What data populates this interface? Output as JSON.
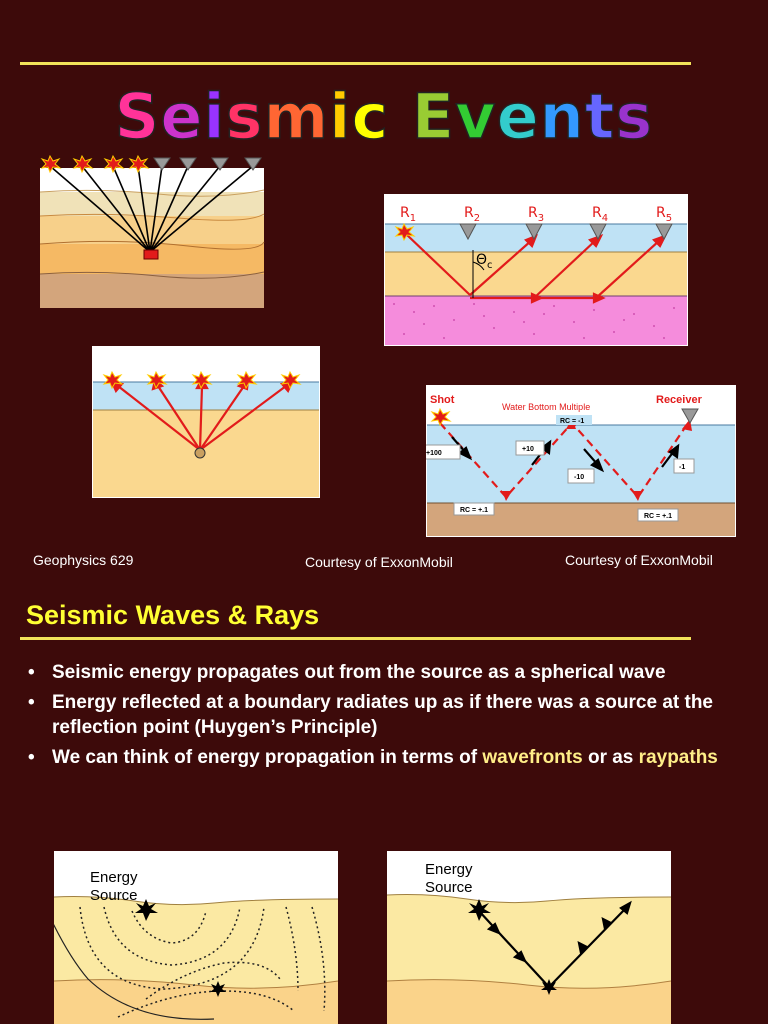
{
  "title": {
    "words": [
      {
        "text": "Seismic",
        "colors": [
          "#ff3399",
          "#cc33cc",
          "#9933ff",
          "#ff3366",
          "#ff6633",
          "#ffcc00",
          "#ffff00"
        ]
      },
      {
        "text": "Events",
        "colors": [
          "#99cc33",
          "#33cc33",
          "#33cccc",
          "#3399ff",
          "#6666ff",
          "#9933cc"
        ]
      }
    ]
  },
  "figures": {
    "refraction": {
      "receivers": [
        "R",
        "R",
        "R",
        "R",
        "R"
      ],
      "receiver_subs": [
        "1",
        "2",
        "3",
        "4",
        "5"
      ],
      "theta": "Θ",
      "theta_sub": "c"
    },
    "multiple": {
      "shot": "Shot",
      "receiver": "Receiver",
      "caption": "Water Bottom Multiple",
      "rc_top": "RC = -1",
      "rc_bot1": "RC = +.1",
      "rc_bot2": "RC = +.1",
      "amp1": "+100",
      "amp2": "+10",
      "amp3": "-10",
      "amp4": "-1"
    }
  },
  "credits": {
    "left": "Geophysics 629",
    "middle": "Courtesy of ExxonMobil",
    "right": "Courtesy of ExxonMobil"
  },
  "heading": "Seismic Waves & Rays",
  "bullets": [
    {
      "parts": [
        "Seismic energy propagates out from the source as a spherical wave"
      ]
    },
    {
      "parts": [
        "Energy reflected at a boundary radiates up as if there was a source at the reflection point (Huygen’s Principle)"
      ]
    },
    {
      "parts": [
        "We can think of energy propagation in terms of ",
        "wavefronts",
        " or as ",
        "raypaths"
      ]
    }
  ],
  "bottom_figures": {
    "wavefront_label": "Energy Source",
    "raypath_label": "Energy Source"
  },
  "colors": {
    "background": "#3d0a0a",
    "rule": "#f2e35a",
    "heading": "#ffff33",
    "highlight": "#ffee88",
    "ray": "#e21b1b"
  }
}
